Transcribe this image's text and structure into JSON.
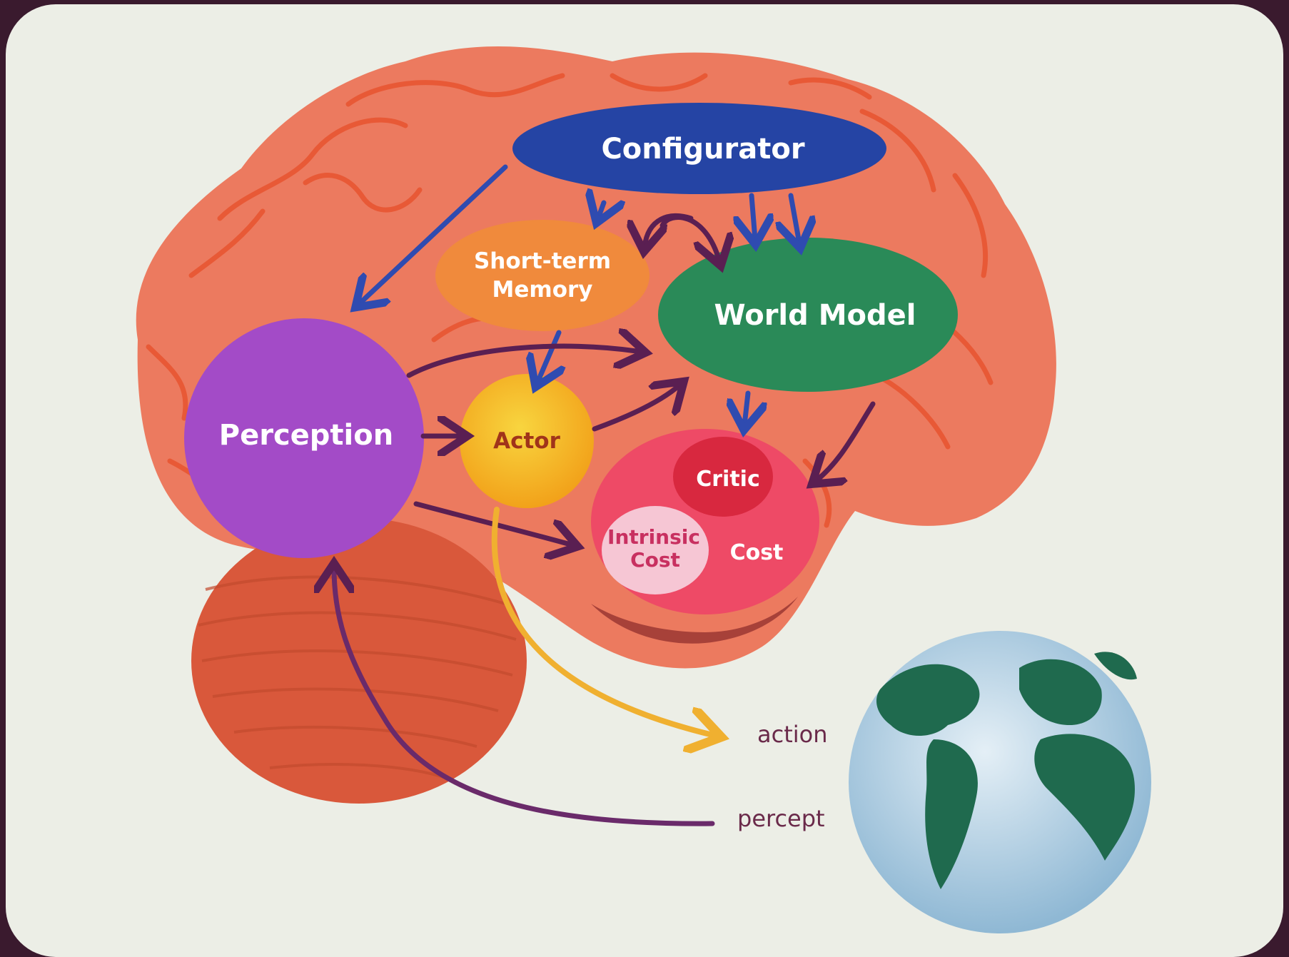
{
  "diagram": {
    "nodes": {
      "configurator": "Configurator",
      "short_term_memory_line1": "Short-term",
      "short_term_memory_line2": "Memory",
      "world_model": "World Model",
      "perception": "Perception",
      "actor": "Actor",
      "critic": "Critic",
      "intrinsic_cost_line1": "Intrinsic",
      "intrinsic_cost_line2": "Cost",
      "cost": "Cost"
    },
    "io_labels": {
      "action": "action",
      "percept": "percept"
    }
  },
  "colors": {
    "background": "#eceee6",
    "frame": "#3a1a2e",
    "brain": "#ec7a5f",
    "brain_fold": "#e8542f",
    "cerebellum": "#d9583b",
    "configurator": "#2544a4",
    "short_term_memory": "#f08a3c",
    "world_model": "#2a8a58",
    "perception": "#a34bc7",
    "actor": "#f3bb1e",
    "cost_module": "#ee4a66",
    "critic": "#d8283f",
    "intrinsic_cost": "#f6c6d4",
    "arrow_blue": "#2f4bb0",
    "arrow_purple": "#5a1f52",
    "arrow_yellow": "#f0b030",
    "label_text": "#6a2a4a",
    "ocean": "#a9cce3",
    "land": "#1f6a4e"
  }
}
